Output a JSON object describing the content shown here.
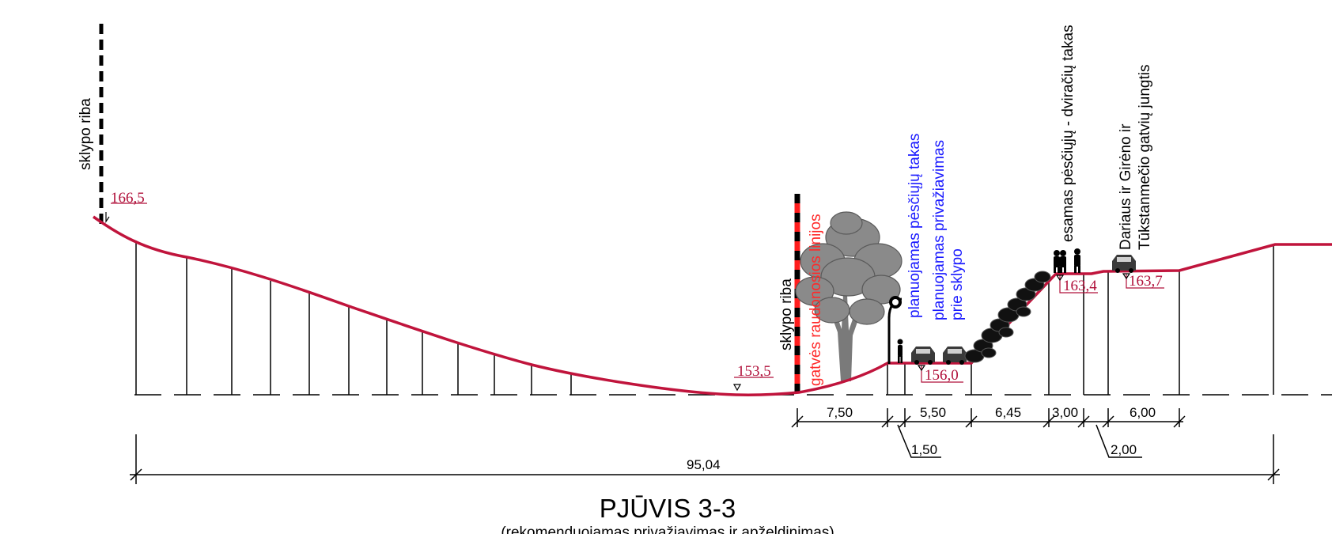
{
  "title": "PJŪVIS 3-3",
  "subtitle": "(rekomenduojamas privažiavimas ir apželdinimas)",
  "vertical_labels": {
    "plot_boundary_left": "sklypo riba",
    "plot_boundary_mid": "sklypo riba",
    "red_lines": "gatvės raudonosios linijos",
    "planned_footpath": "planuojamas pėsčiųjų takas",
    "planned_access_1": "planuojamas privažiavimas",
    "planned_access_2": "prie sklypo",
    "existing_path": "esamas pėsčiųjų - dviračių takas",
    "junction_1": "Dariaus ir Girėno ir",
    "junction_2": "Tūkstanmečio gatvių jungtis"
  },
  "elevations": {
    "left_top": "166,5",
    "valley": "153,5",
    "access_road": "156,0",
    "path_level": "163,4",
    "junction_level": "163,7"
  },
  "dimensions": {
    "seg_750": "7,50",
    "seg_550": "5,50",
    "seg_645": "6,45",
    "seg_300": "3,00",
    "seg_600": "6,00",
    "seg_150": "1,50",
    "seg_200": "2,00",
    "total": "95,04"
  },
  "colors": {
    "terrain": "#c0143c",
    "elevation_text": "#b0103a",
    "blue_label": "#1a1aff",
    "red_label": "#ff2a2a",
    "line": "#000000",
    "tree": "#6e6e6e"
  }
}
